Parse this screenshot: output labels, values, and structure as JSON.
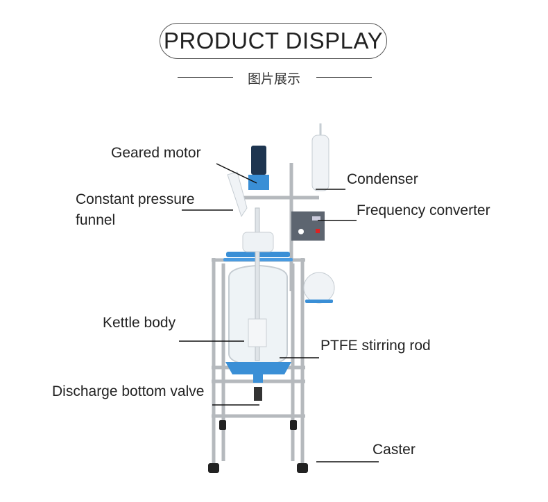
{
  "header": {
    "title": "PRODUCT DISPLAY",
    "subtitle": "图片展示"
  },
  "labels": {
    "geared_motor": "Geared motor",
    "condenser": "Condenser",
    "funnel_line1": "Constant pressure",
    "funnel_line2": "funnel",
    "frequency_converter": "Frequency converter",
    "kettle_body": "Kettle body",
    "stirring_rod": "PTFE stirring rod",
    "bottom_valve": "Discharge bottom valve",
    "caster": "Caster"
  },
  "colors": {
    "accent_blue": "#3a8fd6",
    "frame": "#b8bcc0",
    "glass": "#e8eef2"
  }
}
